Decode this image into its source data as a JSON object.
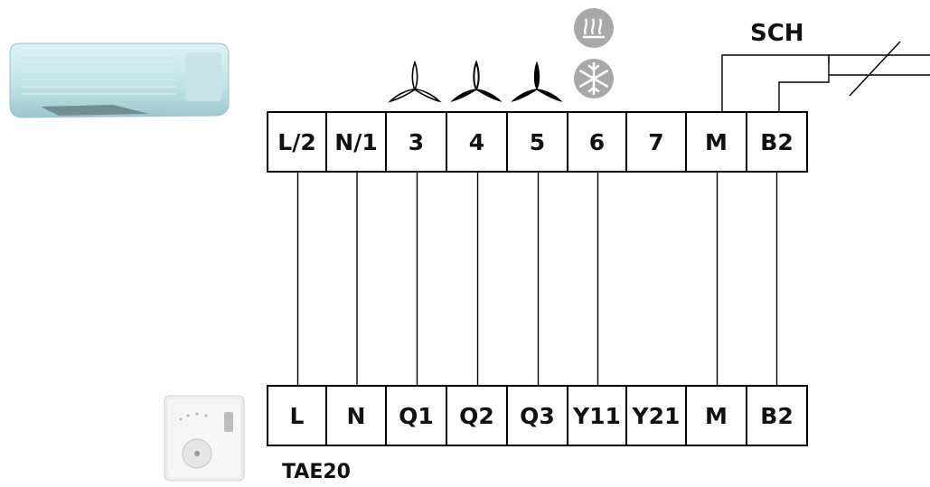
{
  "diagram": {
    "switch_label": "SCH",
    "thermostat_label": "TAE20",
    "top_terminals": [
      "L/2",
      "N/1",
      "3",
      "4",
      "5",
      "6",
      "7",
      "M",
      "B2"
    ],
    "bottom_terminals": [
      "L",
      "N",
      "Q1",
      "Q2",
      "Q3",
      "Y11",
      "Y21",
      "M",
      "B2"
    ],
    "wired_columns": [
      0,
      1,
      2,
      3,
      4,
      5,
      7,
      8
    ],
    "icons": {
      "fan_speeds": [
        "fan-speed-1-icon",
        "fan-speed-2-icon",
        "fan-speed-3-icon"
      ],
      "heating": "heating-icon",
      "cooling": "cooling-snowflake-icon",
      "indoor_unit": "split-ac-unit-icon",
      "thermostat": "room-thermostat-icon",
      "switch": "switch-contact-icon"
    },
    "colors": {
      "line": "#000000",
      "icon_gray": "#9b9b9b"
    }
  }
}
